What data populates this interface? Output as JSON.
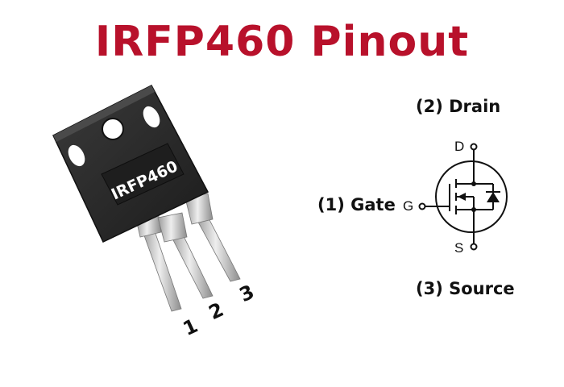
{
  "title": "IRFP460  Pinout",
  "title_color": "#b8112b",
  "package": {
    "marking": "IRFP460"
  },
  "pins": {
    "drain_label": "(2) Drain",
    "gate_label": "(1) Gate",
    "source_label": "(3) Source",
    "d_letter": "D",
    "g_letter": "G",
    "s_letter": "S",
    "num1": "1",
    "num2": "2",
    "num3": "3"
  },
  "colors": {
    "body": "#262626",
    "leads": "#c8c8c8",
    "symbol": "#111111"
  }
}
